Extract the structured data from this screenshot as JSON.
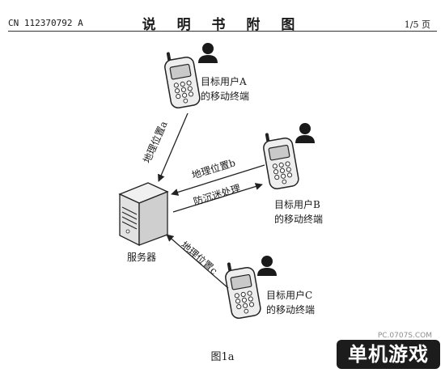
{
  "header": {
    "patent_number": "CN 112370792 A",
    "title": "说 明 书 附 图",
    "page": "1/5 页"
  },
  "diagram": {
    "user_a_line1": "目标用户A",
    "user_a_line2": "的移动终端",
    "user_b_line1": "目标用户B",
    "user_b_line2": "的移动终端",
    "user_c_line1": "目标用户C",
    "user_c_line2": "的移动终端",
    "edge_a": "地理位置a",
    "edge_b": "地理位置b",
    "edge_b_reply": "防沉迷处理",
    "edge_c": "地理位置c",
    "server_label": "服务器"
  },
  "caption": "图1a",
  "watermark": {
    "url": "PC.0707S.COM",
    "logo": "单机游戏"
  },
  "icons": [
    "mobile-phone-icon",
    "user-icon",
    "server-icon",
    "arrow-icon"
  ]
}
